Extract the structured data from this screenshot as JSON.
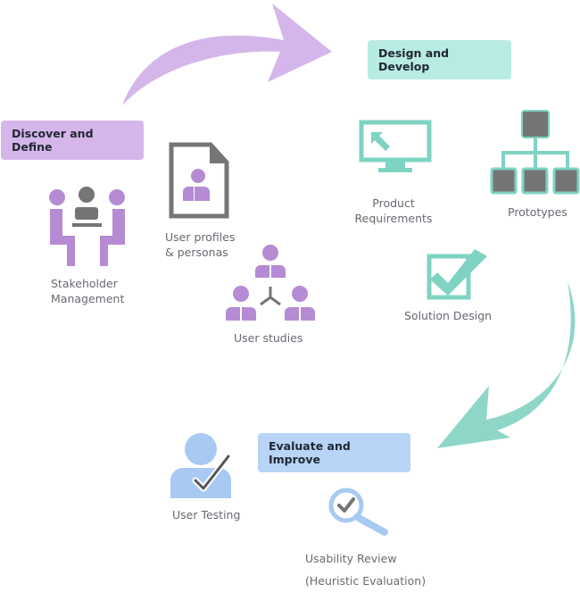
{
  "stages": {
    "discover": {
      "label": "Discover and Define",
      "color": "#d5b6ea"
    },
    "design": {
      "label": "Design and Develop",
      "color": "#b8ebe2"
    },
    "evaluate": {
      "label": "Evaluate and Improve",
      "color": "#b8d4f6"
    }
  },
  "colors": {
    "purple": "#b58bd3",
    "grey": "#757575",
    "teal": "#7fd3c2",
    "blue": "#a8c9f2"
  },
  "items": {
    "stakeholder": {
      "line1": "Stakeholder",
      "line2": "Management",
      "icon": "people-meeting-icon"
    },
    "profiles": {
      "line1": "User profiles",
      "line2": "& personas",
      "icon": "profile-document-icon"
    },
    "studies": {
      "label": "User studies",
      "icon": "user-network-icon"
    },
    "product": {
      "line1": "Product",
      "line2": "Requirements",
      "icon": "monitor-cursor-icon"
    },
    "prototypes": {
      "label": "Prototypes",
      "icon": "hierarchy-icon"
    },
    "solution": {
      "label": "Solution Design",
      "icon": "checkbox-icon"
    },
    "testing": {
      "label": "User Testing",
      "icon": "user-check-icon"
    },
    "usability": {
      "line1": "Usability Review",
      "line2": "(Heuristic Evaluation)",
      "icon": "magnifier-check-icon"
    }
  }
}
